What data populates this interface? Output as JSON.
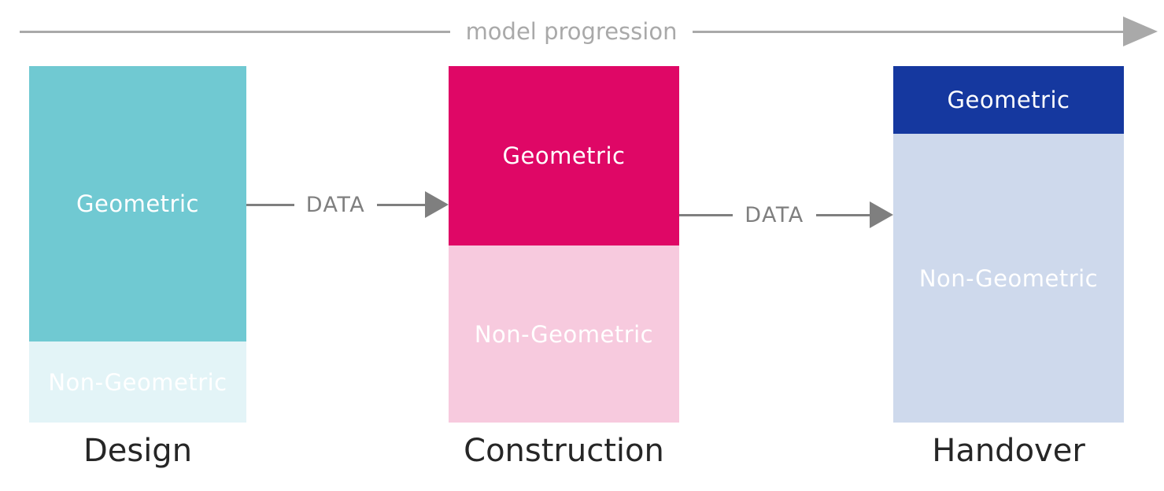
{
  "progression": {
    "label": "model progression",
    "color": "#a9a9a9"
  },
  "connectors": [
    {
      "label": "DATA",
      "color": "#7f7f7f"
    },
    {
      "label": "DATA",
      "color": "#7f7f7f"
    }
  ],
  "stages": [
    {
      "name": "Design",
      "segments": [
        {
          "label": "Geometric",
          "color": "#70c9d2",
          "text_color": "#ffffff",
          "height_pct": 77
        },
        {
          "label": "Non-Geometric",
          "color": "#e3f4f7",
          "text_color": "#ffffff",
          "height_pct": 23
        }
      ]
    },
    {
      "name": "Construction",
      "segments": [
        {
          "label": "Geometric",
          "color": "#df0766",
          "text_color": "#ffffff",
          "height_pct": 50
        },
        {
          "label": "Non-Geometric",
          "color": "#f7cade",
          "text_color": "#ffffff",
          "height_pct": 50
        }
      ]
    },
    {
      "name": "Handover",
      "segments": [
        {
          "label": "Geometric",
          "color": "#15389f",
          "text_color": "#ffffff",
          "height_pct": 19
        },
        {
          "label": "Non-Geometric",
          "color": "#ced9ec",
          "text_color": "#ffffff",
          "height_pct": 81
        }
      ]
    }
  ],
  "stage_label_color": "#262626"
}
